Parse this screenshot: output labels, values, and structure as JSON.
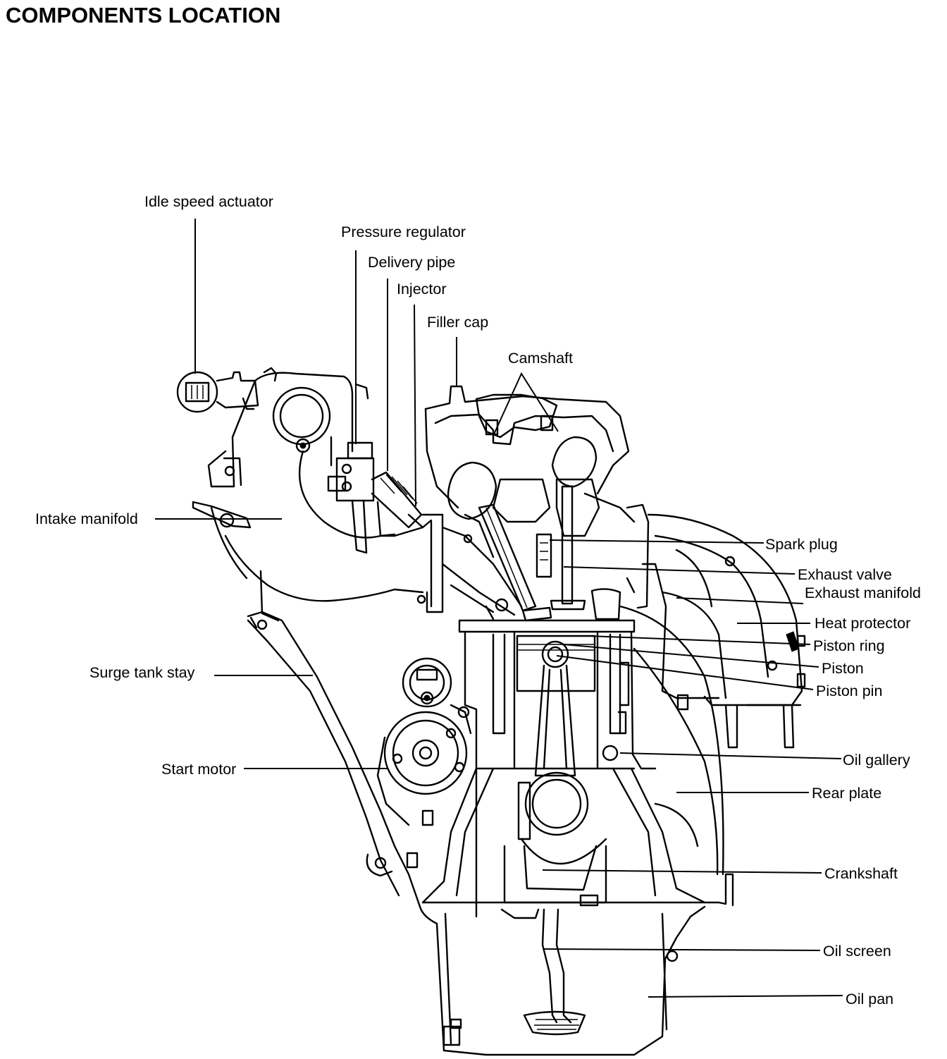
{
  "title": "COMPONENTS LOCATION",
  "labels": {
    "idle_speed_actuator": "Idle speed actuator",
    "pressure_regulator": "Pressure regulator",
    "delivery_pipe": "Delivery pipe",
    "injector": "Injector",
    "filler_cap": "Filler cap",
    "camshaft": "Camshaft",
    "intake_manifold": "Intake manifold",
    "spark_plug": "Spark plug",
    "exhaust_valve": "Exhaust valve",
    "exhaust_manifold": "Exhaust manifold",
    "heat_protector": "Heat protector",
    "piston_ring": "Piston ring",
    "piston": "Piston",
    "piston_pin": "Piston pin",
    "surge_tank_stay": "Surge tank stay",
    "oil_gallery": "Oil gallery",
    "start_motor": "Start motor",
    "rear_plate": "Rear plate",
    "crankshaft": "Crankshaft",
    "oil_screen": "Oil screen",
    "oil_pan": "Oil pan"
  }
}
